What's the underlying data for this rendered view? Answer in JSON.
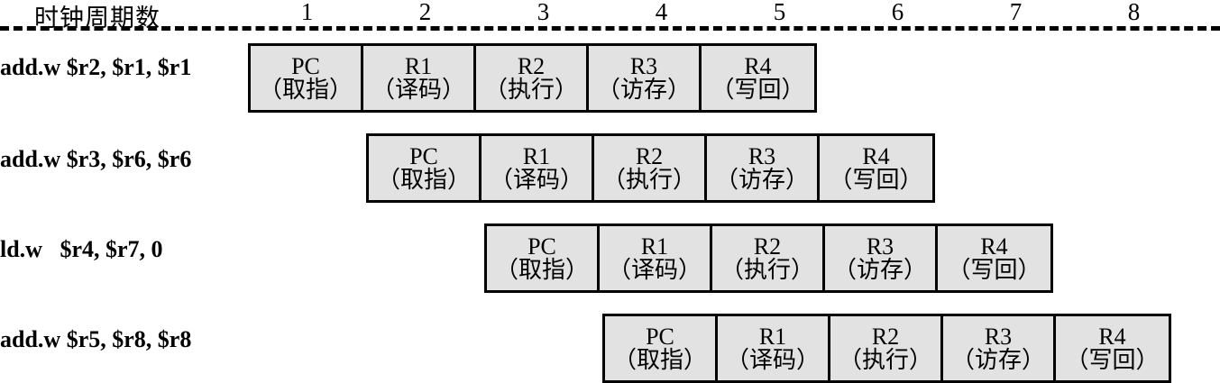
{
  "header": {
    "title": "时钟周期数",
    "cycles": [
      "1",
      "2",
      "3",
      "4",
      "5",
      "6",
      "7",
      "8"
    ]
  },
  "stages": [
    {
      "name": "PC",
      "cn": "（取指）"
    },
    {
      "name": "R1",
      "cn": "（译码）"
    },
    {
      "name": "R2",
      "cn": "（执行）"
    },
    {
      "name": "R3",
      "cn": "（访存）"
    },
    {
      "name": "R4",
      "cn": "（写回）"
    }
  ],
  "instructions": [
    {
      "label": "add.w $r2, $r1, $r1",
      "start_cycle": 1
    },
    {
      "label": "add.w $r3, $r6, $r6",
      "start_cycle": 2
    },
    {
      "label": "ld.w   $r4, $r7, 0",
      "start_cycle": 3
    },
    {
      "label": "add.w $r5, $r8, $r8",
      "start_cycle": 4
    }
  ],
  "colors": {
    "cell_fill": "#e2e2e2",
    "border": "#000000",
    "text": "#000000",
    "background": "#ffffff"
  },
  "chart_data": {
    "type": "table",
    "title": "时钟周期数",
    "categories": [
      "1",
      "2",
      "3",
      "4",
      "5",
      "6",
      "7",
      "8"
    ],
    "series": [
      {
        "name": "add.w $r2, $r1, $r1",
        "values": [
          "PC（取指）",
          "R1（译码）",
          "R2（执行）",
          "R3（访存）",
          "R4（写回）",
          "",
          "",
          ""
        ]
      },
      {
        "name": "add.w $r3, $r6, $r6",
        "values": [
          "",
          "PC（取指）",
          "R1（译码）",
          "R2（执行）",
          "R3（访存）",
          "R4（写回）",
          "",
          ""
        ]
      },
      {
        "name": "ld.w   $r4, $r7, 0",
        "values": [
          "",
          "",
          "PC（取指）",
          "R1（译码）",
          "R2（执行）",
          "R3（访存）",
          "R4（写回）",
          ""
        ]
      },
      {
        "name": "add.w $r5, $r8, $r8",
        "values": [
          "",
          "",
          "",
          "PC（取指）",
          "R1（译码）",
          "R2（执行）",
          "R3（访存）",
          "R4（写回）"
        ]
      }
    ]
  }
}
